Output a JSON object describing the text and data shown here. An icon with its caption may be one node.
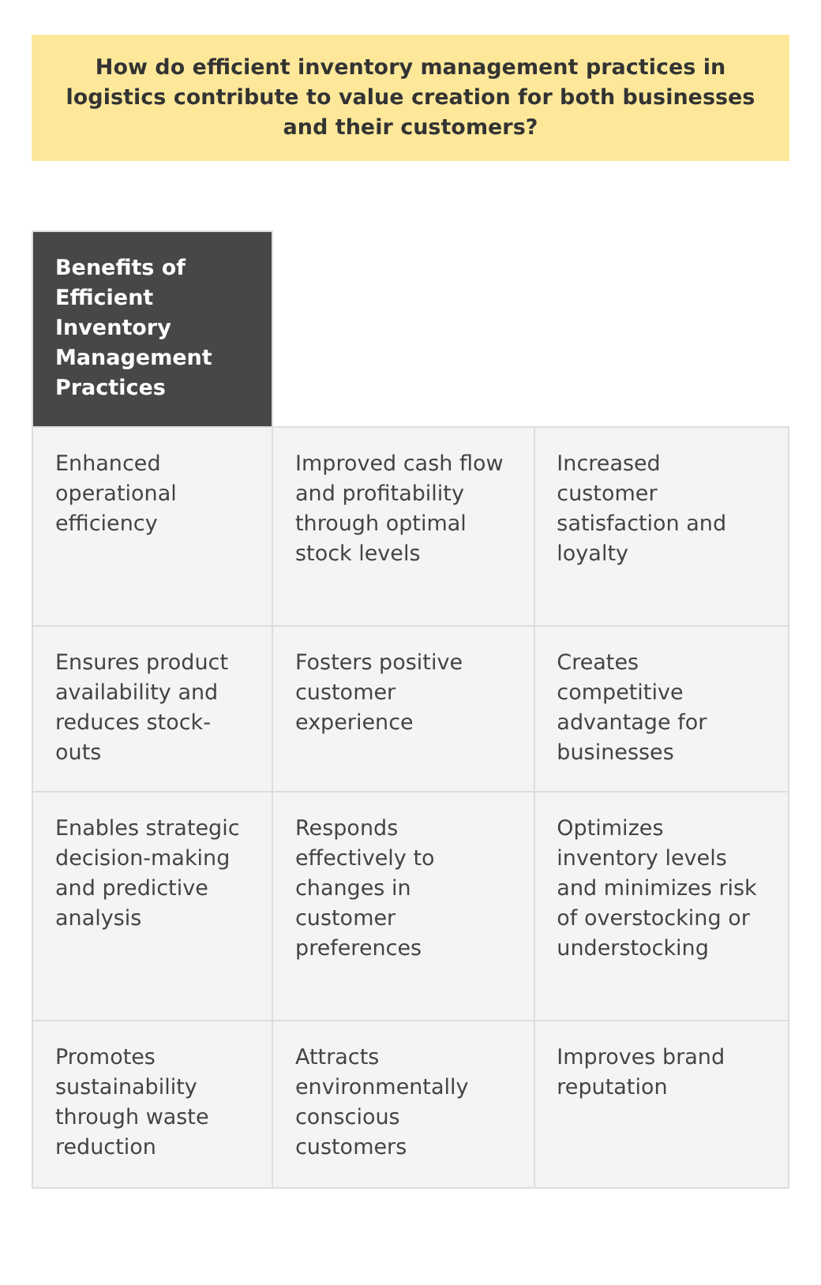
{
  "diagram": {
    "title": "How do efficient inventory management practices in logistics contribute to value creation for both businesses and their customers?",
    "labels": [
      "Benefits of Efficient Inventory Management Practices",
      "Enhanced operational efficiency",
      "Improved cash flow and profitability through optimal stock levels",
      "Increased customer satisfaction and loyalty",
      "Ensures product availability and reduces stock-outs",
      "Fosters positive customer experience",
      "Creates competitive advantage for businesses",
      "Enables strategic decision-making and predictive analysis",
      "Responds effectively to changes in customer preferences",
      "Optimizes inventory levels and minimizes risk of overstocking or understocking",
      "Promotes sustainability through waste reduction",
      "Attracts environmentally conscious customers",
      "Improves brand reputation"
    ]
  }
}
